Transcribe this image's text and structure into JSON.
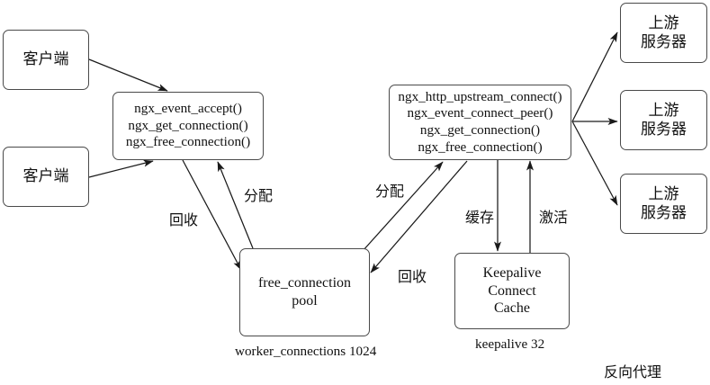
{
  "diagram": {
    "title_label": "反向代理",
    "nodes": {
      "client_top": "客户端",
      "client_bottom": "客户端",
      "accept_box": "ngx_event_accept()\nngx_get_connection()\nngx_free_connection()",
      "upstream_box": "ngx_http_upstream_connect()\nngx_event_connect_peer()\nngx_get_connection()\nngx_free_connection()",
      "pool_box": "free_connection\npool",
      "keepalive_box": "Keepalive\nConnect\nCache",
      "upstream_server_1": "上游\n服务器",
      "upstream_server_2": "上游\n服务器",
      "upstream_server_3": "上游\n服务器"
    },
    "captions": {
      "pool_caption": "worker_connections 1024",
      "keepalive_caption": "keepalive 32"
    },
    "edge_labels": {
      "recycle_left": "回收",
      "allocate_left": "分配",
      "allocate_right": "分配",
      "recycle_right": "回收",
      "cache": "缓存",
      "activate": "激活"
    },
    "colors": {
      "stroke": "#4a4a4a",
      "arrow": "#1a1a1a",
      "text": "#111111",
      "background": "#ffffff"
    }
  }
}
